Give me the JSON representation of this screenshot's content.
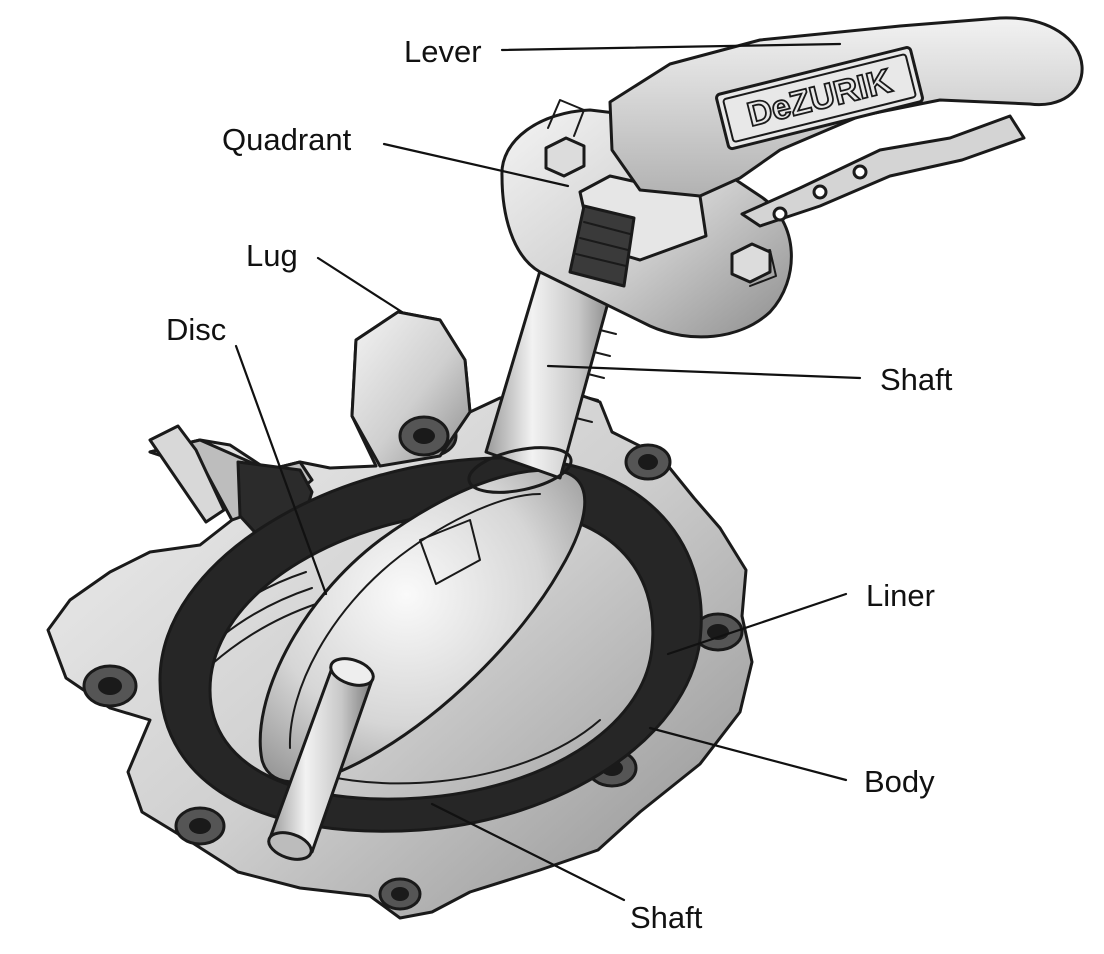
{
  "callouts": {
    "lever": "Lever",
    "quadrant": "Quadrant",
    "lug": "Lug",
    "disc": "Disc",
    "shaft_upper": "Shaft",
    "liner": "Liner",
    "body": "Body",
    "shaft_lower": "Shaft"
  },
  "brand": "DeZURIK",
  "colors": {
    "ink": "#1a1a1a",
    "metal_light": "#ededed",
    "metal_mid": "#c4c4c4",
    "metal_dark": "#8f8f8f",
    "liner": "#262626"
  }
}
